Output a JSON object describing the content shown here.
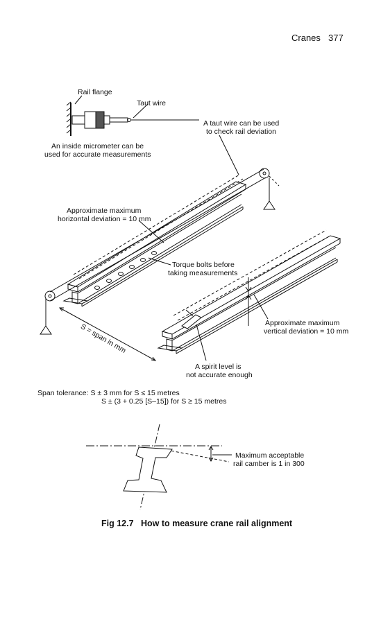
{
  "header": {
    "section": "Cranes",
    "page_number": "377"
  },
  "figure": {
    "labels": {
      "rail_flange": "Rail flange",
      "taut_wire": "Taut wire",
      "taut_wire_note_1": "A taut wire can be used",
      "taut_wire_note_2": "to check rail deviation",
      "micrometer_1": "An inside micrometer can be",
      "micrometer_2": "used for accurate measurements",
      "horiz_dev_1": "Approximate maximum",
      "horiz_dev_2": "horizontal deviation = 10 mm",
      "torque_1": "Torque bolts before",
      "torque_2": "taking measurements",
      "span": "S = span in mm",
      "vert_dev_1": "Approximate maximum",
      "vert_dev_2": "vertical deviation = 10 mm",
      "spirit_1": "A spirit level is",
      "spirit_2": "not accurate enough",
      "span_tol_1": "Span tolerance: S ± 3 mm for S ≤ 15 metres",
      "span_tol_2": "S ± (3 + 0.25 [S–15]) for S ≥ 15 metres",
      "camber_1": "Maximum acceptable",
      "camber_2": "rail camber is 1 in 300"
    },
    "caption": {
      "number": "Fig 12.7",
      "title": "How to measure crane rail alignment"
    }
  }
}
